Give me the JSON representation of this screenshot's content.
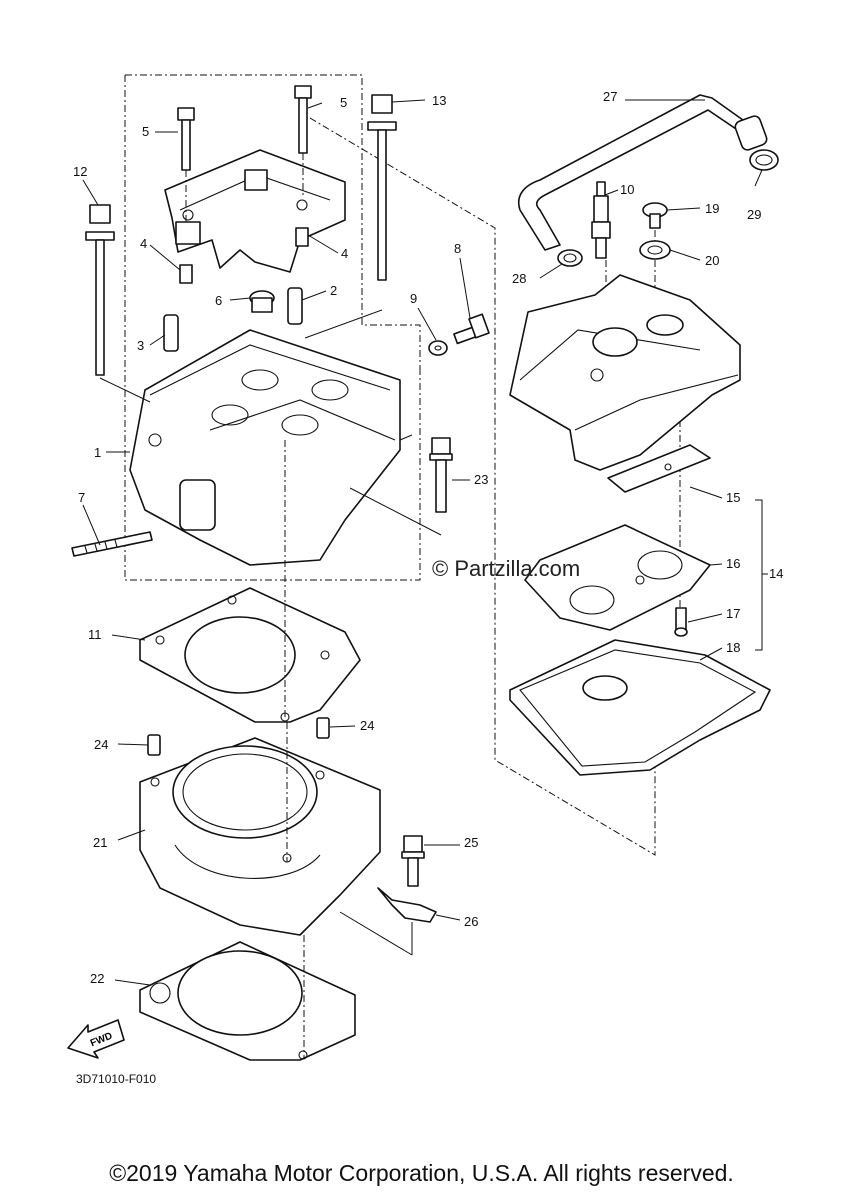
{
  "diagram": {
    "diagram_code": "3D71010-F010",
    "watermark": "© Partzilla.com",
    "fwd_label": "FWD",
    "copyright": "©2019 Yamaha Motor Corporation, U.S.A. All rights reserved.",
    "callouts": [
      {
        "id": "c1",
        "label": "1"
      },
      {
        "id": "c2",
        "label": "2"
      },
      {
        "id": "c3",
        "label": "3"
      },
      {
        "id": "c4a",
        "label": "4"
      },
      {
        "id": "c4b",
        "label": "4"
      },
      {
        "id": "c5a",
        "label": "5"
      },
      {
        "id": "c5b",
        "label": "5"
      },
      {
        "id": "c6",
        "label": "6"
      },
      {
        "id": "c7",
        "label": "7"
      },
      {
        "id": "c8",
        "label": "8"
      },
      {
        "id": "c9",
        "label": "9"
      },
      {
        "id": "c10",
        "label": "10"
      },
      {
        "id": "c11",
        "label": "11"
      },
      {
        "id": "c12",
        "label": "12"
      },
      {
        "id": "c13",
        "label": "13"
      },
      {
        "id": "c14",
        "label": "14"
      },
      {
        "id": "c15",
        "label": "15"
      },
      {
        "id": "c16",
        "label": "16"
      },
      {
        "id": "c17",
        "label": "17"
      },
      {
        "id": "c18",
        "label": "18"
      },
      {
        "id": "c19",
        "label": "19"
      },
      {
        "id": "c20",
        "label": "20"
      },
      {
        "id": "c21",
        "label": "21"
      },
      {
        "id": "c22",
        "label": "22"
      },
      {
        "id": "c23",
        "label": "23"
      },
      {
        "id": "c24a",
        "label": "24"
      },
      {
        "id": "c24b",
        "label": "24"
      },
      {
        "id": "c25",
        "label": "25"
      },
      {
        "id": "c26",
        "label": "26"
      },
      {
        "id": "c27",
        "label": "27"
      },
      {
        "id": "c28",
        "label": "28"
      },
      {
        "id": "c29",
        "label": "29"
      }
    ]
  }
}
